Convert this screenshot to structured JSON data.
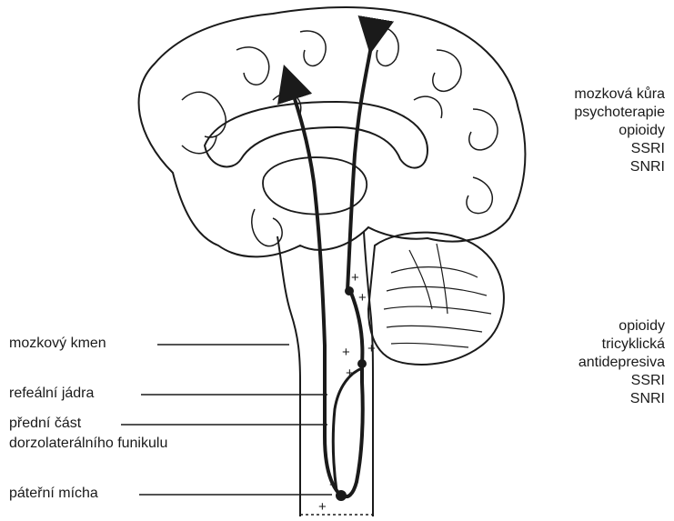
{
  "labels_left": {
    "brainstem": "mozkový kmen",
    "raphe_nuclei": "refeální jádra",
    "dlf_line1": "přední část",
    "dlf_line2": "dorzolaterálního funikulu",
    "spinal_cord": "páteřní mícha"
  },
  "cortex_list": [
    "mozková kůra",
    "psychoterapie",
    "opioidy",
    "SSRI",
    "SNRI"
  ],
  "brainstem_list": [
    "opioidy",
    "tricyklická",
    "antidepresiva",
    "SSRI",
    "SNRI"
  ],
  "signs": {
    "plus": "+",
    "minus": "−"
  },
  "colors": {
    "ink": "#1a1a1a",
    "background": "#ffffff"
  }
}
